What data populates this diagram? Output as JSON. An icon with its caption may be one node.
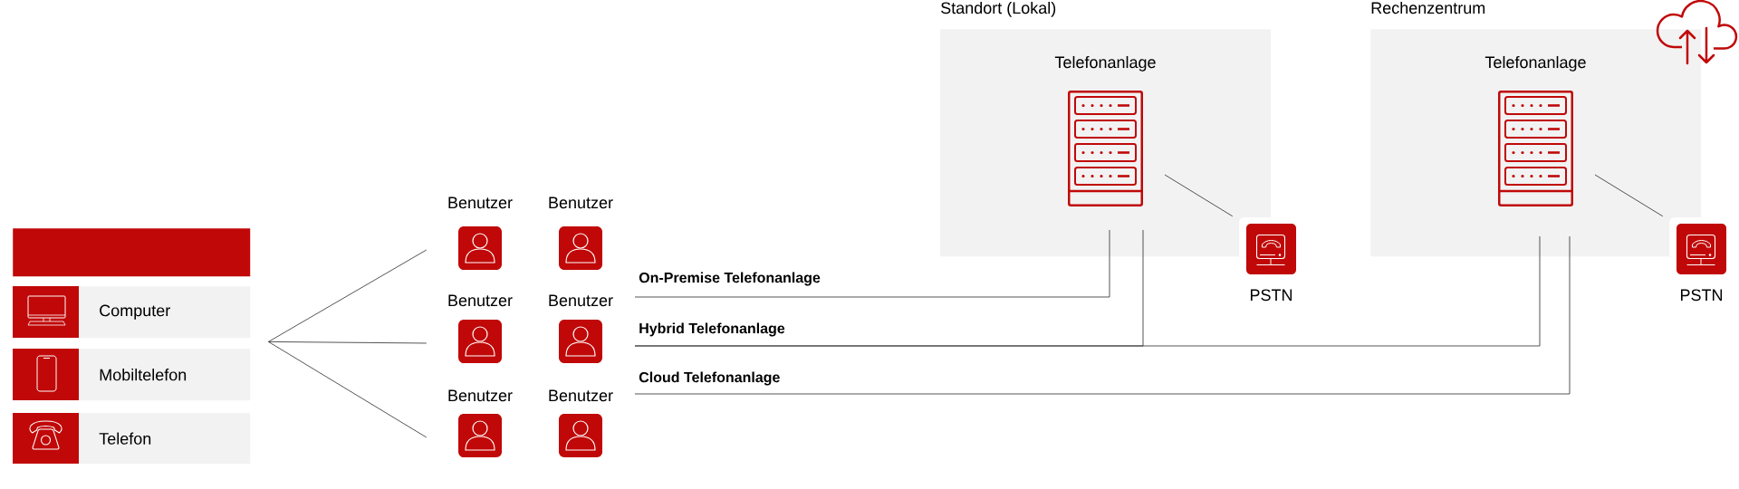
{
  "diagram": {
    "nodes": [
      {
        "text": [],
        "shape": "box"
      },
      {
        "text": [
          "Computer"
        ]
      },
      {
        "text": [
          "Mobiltelefon"
        ]
      },
      {
        "text": [
          "Telefon"
        ]
      },
      {
        "text": [
          "Benutzer"
        ]
      },
      {
        "text": [
          "Benutzer"
        ]
      },
      {
        "text": [
          "Benutzer"
        ]
      },
      {
        "text": [
          "Benutzer"
        ]
      },
      {
        "text": [
          "Benutzer"
        ]
      },
      {
        "text": [
          "Benutzer"
        ]
      },
      {
        "text": [
          "Standort (Lokal)"
        ]
      },
      {
        "text": [
          "Telefonanlage"
        ],
        "in": 10
      },
      {
        "text": [
          "PSTN"
        ]
      },
      {
        "text": [
          "Rechenzentrum"
        ]
      },
      {
        "text": [
          "Telefonanlage"
        ],
        "in": 13
      },
      {
        "text": [
          "PSTN"
        ]
      }
    ],
    "edges": [
      {
        "from": 1,
        "to": 4,
        "arrow": "none"
      },
      {
        "from": 1,
        "to": 6,
        "arrow": "none"
      },
      {
        "from": 1,
        "to": 8,
        "arrow": "none"
      },
      {
        "from": null,
        "to": 11,
        "arrow": "none",
        "label": "On-Premise Telefonanlage"
      },
      {
        "from": null,
        "to": 11,
        "arrow": "none",
        "label": "Hybrid Telefonanlage"
      },
      {
        "from": null,
        "to": 14,
        "arrow": "none"
      },
      {
        "from": null,
        "to": 14,
        "arrow": "none",
        "label": "Cloud Telefonanlage"
      },
      {
        "from": 11,
        "to": 12,
        "arrow": "none"
      },
      {
        "from": 14,
        "to": 15,
        "arrow": "none"
      }
    ]
  }
}
